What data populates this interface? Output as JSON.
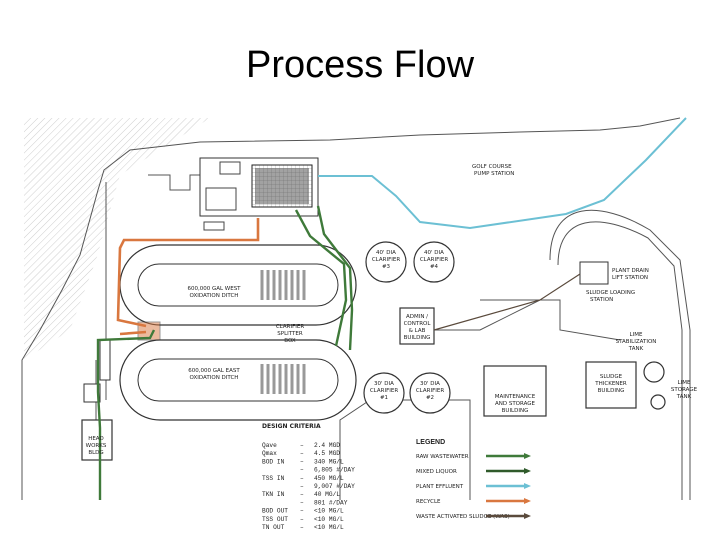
{
  "slide": {
    "title": "Process Flow"
  },
  "plan_labels": {
    "golf_pump": [
      "GOLF COURSE",
      "PUMP STATION"
    ],
    "clarifier3": [
      "40' DIA",
      "CLARIFIER",
      "#3"
    ],
    "clarifier4": [
      "40' DIA",
      "CLARIFIER",
      "#4"
    ],
    "west_ditch": [
      "600,000 GAL WEST",
      "OXIDATION DITCH"
    ],
    "east_ditch": [
      "600,000 GAL EAST",
      "OXIDATION DITCH"
    ],
    "splitter": [
      "CLARIFIER",
      "SPLITTER",
      "BOX"
    ],
    "admin": [
      "ADMIN /",
      "CONTROL",
      "& LAB",
      "BUILDING"
    ],
    "clarifier1": [
      "30' DIA",
      "CLARIFIER",
      "#1"
    ],
    "clarifier2": [
      "30' DIA",
      "CLARIFIER",
      "#2"
    ],
    "maintenance": [
      "MAINTENANCE",
      "AND STORAGE",
      "BUILDING"
    ],
    "plant_drain": [
      "PLANT DRAIN",
      "LIFT STATION"
    ],
    "sludge_loading": [
      "SLUDGE LOADING",
      "STATION"
    ],
    "lime_stab": [
      "LIME",
      "STABILIZATION",
      "TANK"
    ],
    "thickener": [
      "SLUDGE",
      "THICKENER",
      "BUILDING"
    ],
    "lime_storage": [
      "LIME",
      "STORAGE",
      "TANK"
    ],
    "headworks": [
      "HEAD",
      "WORKS",
      "BLDG"
    ]
  },
  "design_criteria": {
    "title": "DESIGN CRITERIA",
    "rows": [
      {
        "param": "Qave",
        "value": "2.4 MGD"
      },
      {
        "param": "Qmax",
        "value": "4.5 MGD"
      },
      {
        "param": "BOD IN",
        "value": "340 MG/L"
      },
      {
        "param": "",
        "value": "6,805 #/DAY"
      },
      {
        "param": "TSS IN",
        "value": "450 MG/L"
      },
      {
        "param": "",
        "value": "9,007 #/DAY"
      },
      {
        "param": "TKN IN",
        "value": "40 MG/L"
      },
      {
        "param": "",
        "value": "801 #/DAY"
      },
      {
        "param": "BOD OUT",
        "value": "<10 MG/L"
      },
      {
        "param": "TSS OUT",
        "value": "<10 MG/L"
      },
      {
        "param": "TN OUT",
        "value": "<10 MG/L"
      }
    ]
  },
  "legend": {
    "title": "LEGEND",
    "items": [
      {
        "label": "RAW WASTEWATER",
        "color": "#3f7a3a"
      },
      {
        "label": "MIXED LIQUOR",
        "color": "#2f5a2a"
      },
      {
        "label": "PLANT EFFLUENT",
        "color": "#6cc0d4"
      },
      {
        "label": "RECYCLE",
        "color": "#d9773f"
      },
      {
        "label": "WASTE ACTIVATED SLUDGE (WAS)",
        "color": "#5a4a3c"
      }
    ]
  },
  "colors": {
    "raw": "#3f7a3a",
    "mixed": "#2f5a2a",
    "effluent": "#6cc0d4",
    "recycle": "#d9773f",
    "was": "#5a4a3c",
    "linework": "#555555"
  }
}
